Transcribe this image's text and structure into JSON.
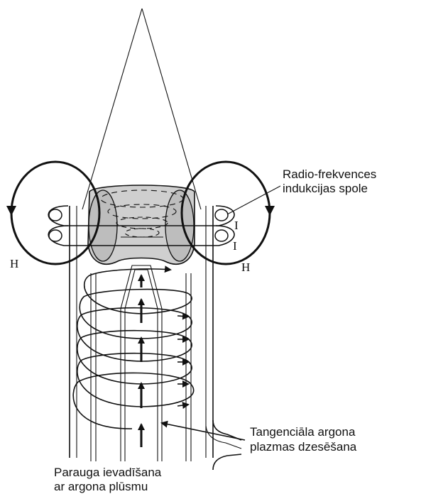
{
  "labels": {
    "rf_coil_line1": "Radio-frekvences",
    "rf_coil_line2": "indukcijas spole",
    "coolant_line1": "Tangenciāla argona",
    "coolant_line2": "plazmas dzesēšana",
    "sample_line1": "Parauga ievadīšana",
    "sample_line2": "ar argona plūsmu"
  },
  "symbols": {
    "field_left": "H",
    "field_right": "H",
    "current_top": "I",
    "current_bottom": "I"
  }
}
